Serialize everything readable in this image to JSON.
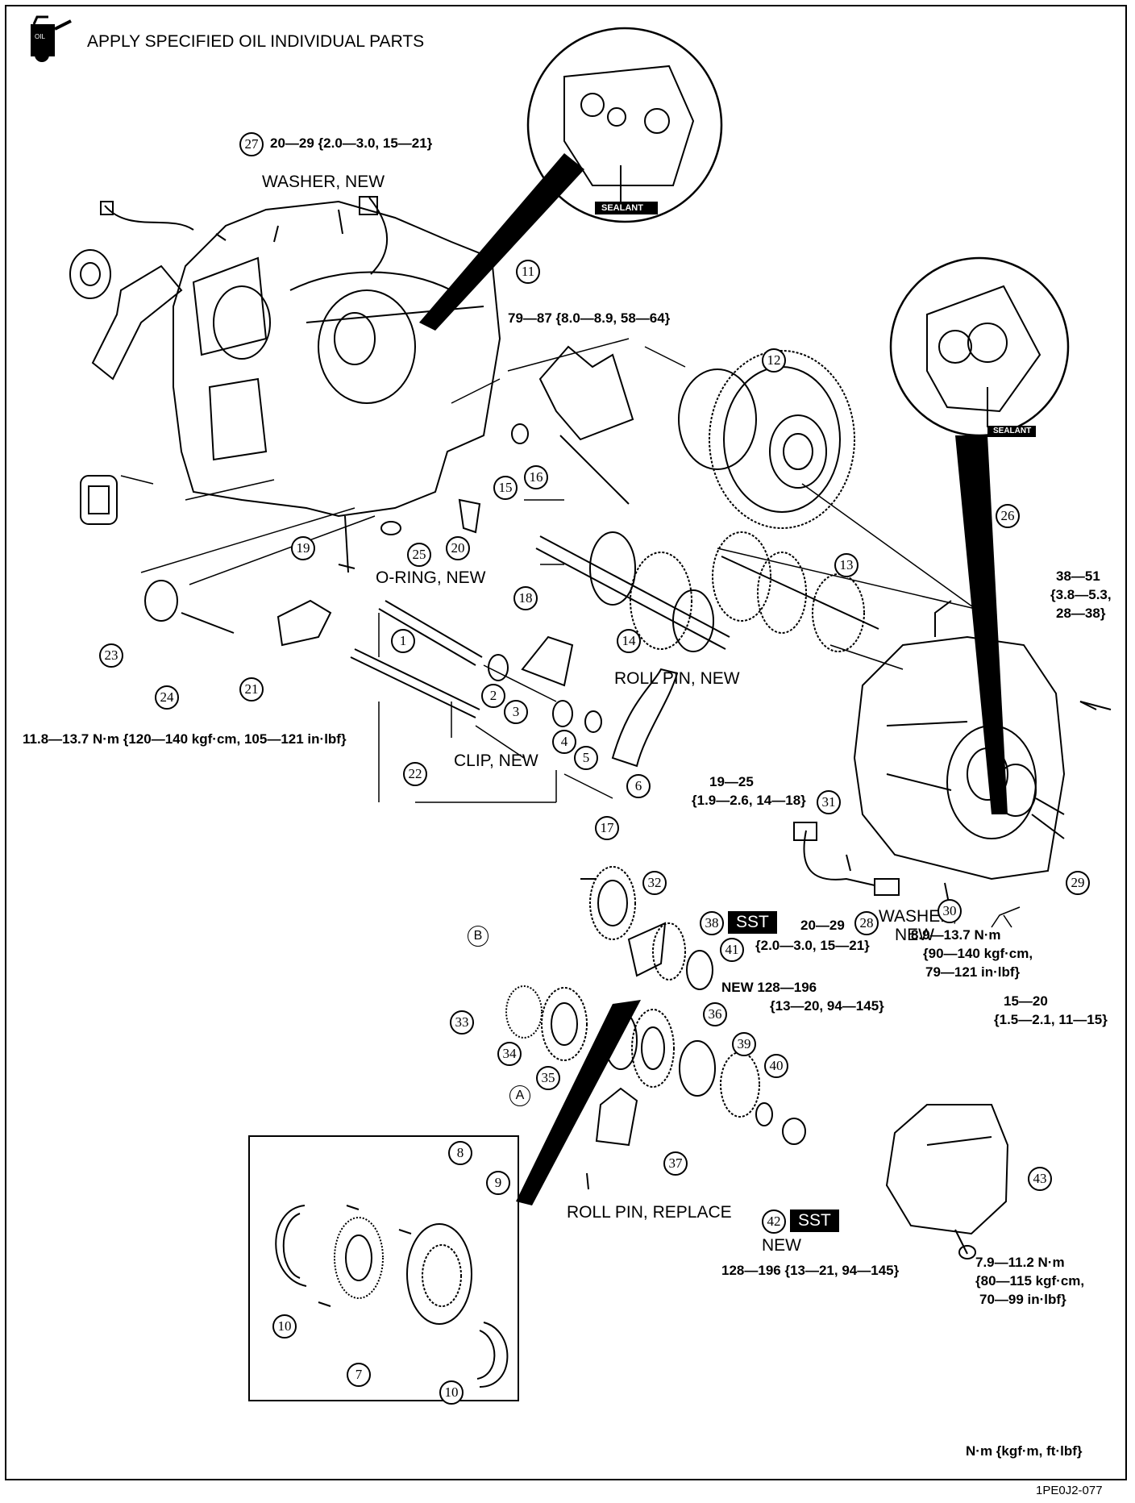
{
  "header": {
    "title": "APPLY SPECIFIED OIL INDIVIDUAL PARTS",
    "icon": "oil-can-icon",
    "icon_text": "OIL"
  },
  "labels": {
    "torque_27": "20—29 {2.0—3.0, 15—21}",
    "washer_new_top": "WASHER, NEW",
    "torque_79": "79—87 {8.0—8.9, 58—64}",
    "torque_38a": "38—51",
    "torque_38b": "{3.8—5.3,",
    "torque_38c": "28—38}",
    "oring_new": "O-RING, NEW",
    "roll_pin_new": "ROLL PIN, NEW",
    "torque_11_8": "11.8—13.7 N·m {120—140 kgf·cm, 105—121 in·lbf}",
    "clip_new": "CLIP, NEW",
    "torque_19a": "19—25",
    "torque_19b": "{1.9—2.6, 14—18}",
    "sst_38": "SST",
    "torque_20a": "20—29",
    "torque_20b": "{2.0—3.0, 15—21}",
    "washer_new_a": "WASHER,",
    "washer_new_b": "NEW",
    "torque_8_9a": "8.9—13.7 N·m",
    "torque_8_9b": "{90—140 kgf·cm,",
    "torque_8_9c": "79—121 in·lbf}",
    "torque_15a": "15—20",
    "torque_15b": "{1.5—2.1, 11—15}",
    "new_128a": "NEW 128—196",
    "new_128b": "{13—20, 94—145}",
    "roll_pin_replace": "ROLL PIN, REPLACE",
    "sst_42": "SST",
    "new_42": "NEW",
    "torque_42": "128—196 {13—21, 94—145}",
    "torque_7_9a": "7.9—11.2 N·m",
    "torque_7_9b": "{80—115 kgf·cm,",
    "torque_7_9c": "70—99 in·lbf}",
    "units": "N·m {kgf·m, ft·lbf}",
    "sealant_1": "SEALANT",
    "sealant_2": "SEALANT",
    "letter_a": "A",
    "letter_b": "B"
  },
  "footer": {
    "code": "1PE0J2-077"
  },
  "callouts": {
    "n1": "1",
    "n2": "2",
    "n3": "3",
    "n4": "4",
    "n5": "5",
    "n6": "6",
    "n7": "7",
    "n8": "8",
    "n9": "9",
    "n10a": "10",
    "n10b": "10",
    "n11": "11",
    "n12": "12",
    "n13": "13",
    "n14": "14",
    "n15": "15",
    "n16": "16",
    "n17": "17",
    "n18": "18",
    "n19": "19",
    "n20": "20",
    "n21": "21",
    "n22": "22",
    "n23": "23",
    "n24": "24",
    "n25": "25",
    "n26": "26",
    "n27": "27",
    "n28": "28",
    "n29": "29",
    "n30": "30",
    "n31": "31",
    "n32": "32",
    "n33": "33",
    "n34": "34",
    "n35": "35",
    "n36": "36",
    "n37": "37",
    "n38": "38",
    "n39": "39",
    "n40": "40",
    "n41": "41",
    "n42": "42",
    "n43": "43"
  }
}
